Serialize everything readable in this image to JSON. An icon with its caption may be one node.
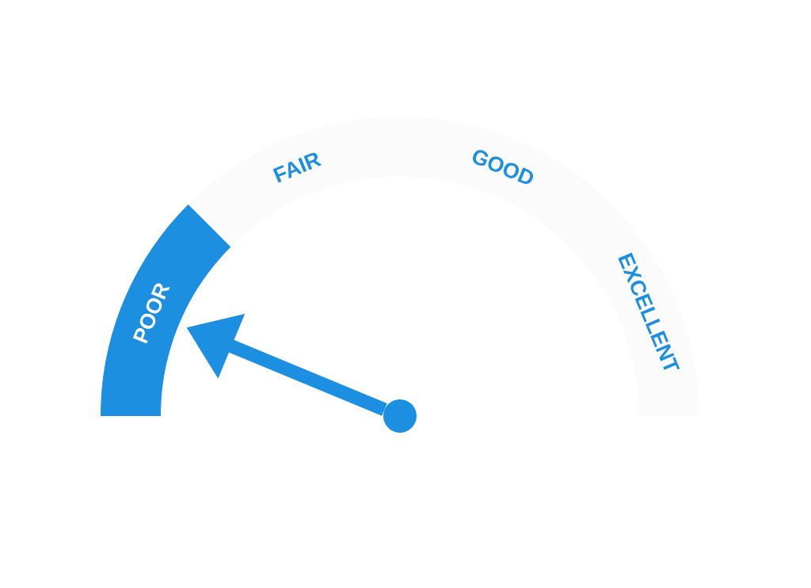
{
  "diagram": {
    "nodes": [
      {
        "text": [
          "POOR"
        ]
      },
      {
        "text": [
          "FAIR"
        ]
      },
      {
        "text": [
          "GOOD"
        ]
      },
      {
        "text": [
          "EXCELLENT"
        ]
      },
      {
        "text": [],
        "shape": "circle"
      }
    ],
    "edges": [
      {
        "from": 4,
        "to": 0,
        "arrow": "to"
      }
    ]
  }
}
